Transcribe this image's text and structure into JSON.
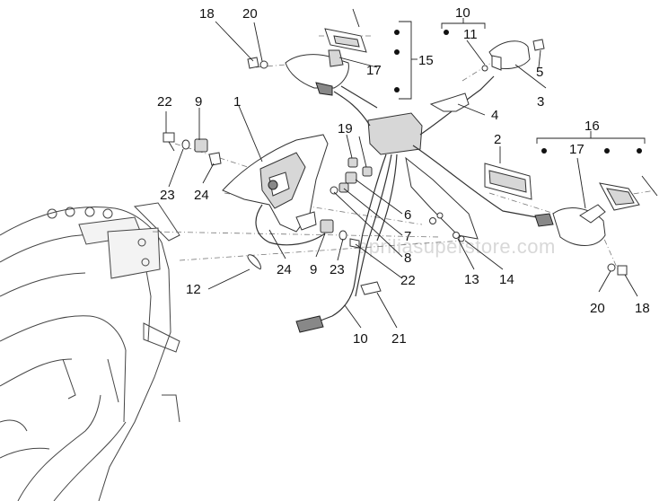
{
  "watermark": "apriliasuperstore.com",
  "callouts": {
    "c1": "1",
    "c2": "2",
    "c3": "3",
    "c4": "4",
    "c5": "5",
    "c6": "6",
    "c7": "7",
    "c8": "8",
    "c9a": "9",
    "c9b": "9",
    "c10a": "10",
    "c10b": "10",
    "c11": "11",
    "c12": "12",
    "c13": "13",
    "c14": "14",
    "c15": "15",
    "c16": "16",
    "c17a": "17",
    "c17b": "17",
    "c18a": "18",
    "c18b": "18",
    "c19": "19",
    "c20a": "20",
    "c20b": "20",
    "c21": "21",
    "c22a": "22",
    "c22b": "22",
    "c23a": "23",
    "c23b": "23",
    "c24a": "24",
    "c24b": "24"
  }
}
